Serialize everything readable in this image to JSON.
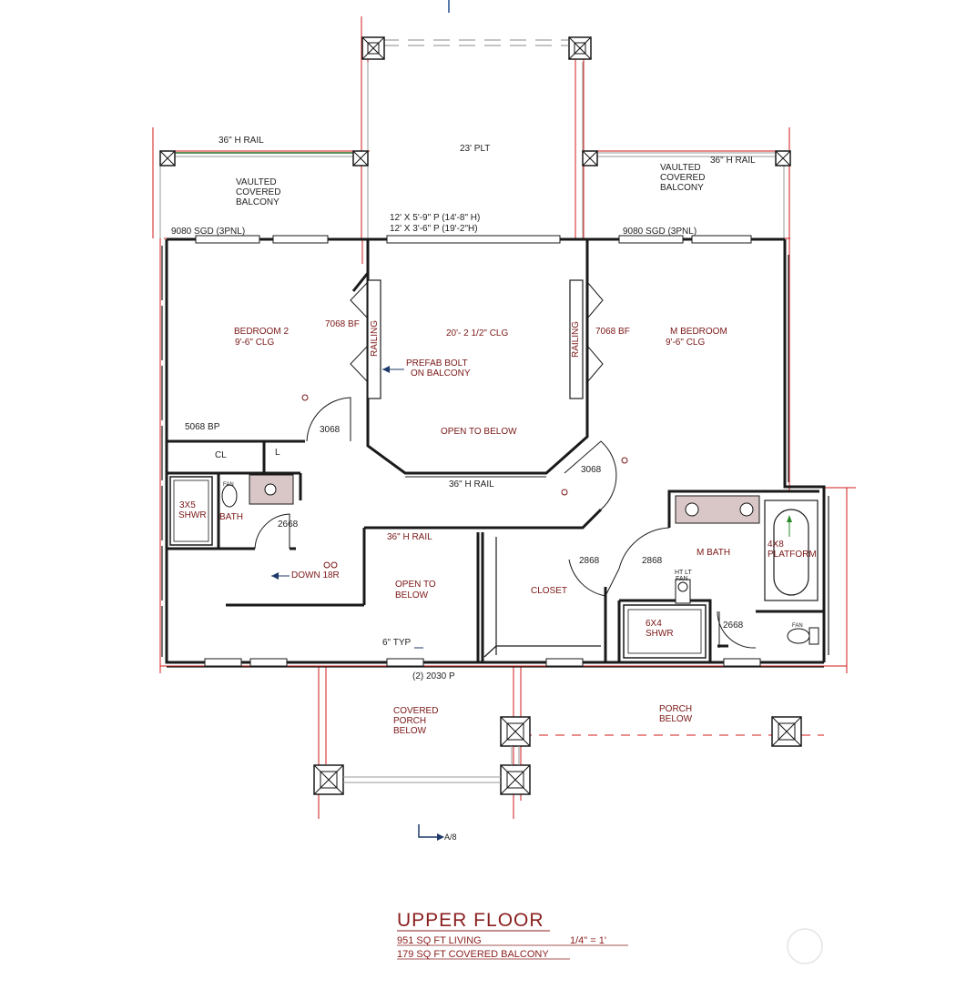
{
  "labels": {
    "rail_top_left": "36\" H RAIL",
    "rail_top_right": "36\" H RAIL",
    "plt": "23' PLT",
    "balcony_left": [
      "VAULTED",
      "COVERED",
      "BALCONY"
    ],
    "balcony_right": [
      "VAULTED",
      "COVERED",
      "BALCONY"
    ],
    "sgd_left": "9080 SGD (3PNL)",
    "sgd_right": "9080 SGD (3PNL)",
    "window_1": "12' X 5'-9\" P (14'-8\" H)",
    "window_2": "12' X 3'-6\" P (19'-2\"H)",
    "bedroom2_name": "BEDROOM 2",
    "bedroom2_clg": "9'-6\" CLG",
    "bf_left": "7068 BF",
    "bf_right": "7068 BF",
    "railing_left": "RAILING",
    "railing_right": "RAILING",
    "center_clg": "20'- 2 1/2\" CLG",
    "mbed_name": "M BEDROOM",
    "mbed_clg": "9'-6\" CLG",
    "prefab": [
      "PREFAB BOLT",
      "ON BALCONY"
    ],
    "bp": "5068 BP",
    "door_3068_left": "3068",
    "door_3068_right": "3068",
    "cl": "CL",
    "l": "L",
    "open_below_top": "OPEN TO BELOW",
    "rail_mid": "36\" H RAIL",
    "shwr_3x5": [
      "3X5",
      "SHWR"
    ],
    "fan_bath": "FAN",
    "bath": "BATH",
    "door_2668_bath": "2668",
    "rail_stair": "36\" H RAIL",
    "down": "DOWN 18R",
    "open_below_stair": [
      "OPEN TO",
      "BELOW"
    ],
    "closet": "CLOSET",
    "door_2868_left": "2868",
    "door_2868_right": "2868",
    "mbath": "M BATH",
    "platform": [
      "4X8",
      "PLATFORM"
    ],
    "ht_lt_fan": [
      "HT LT",
      "FAN"
    ],
    "shwr_6x4": [
      "6X4",
      "SHWR"
    ],
    "door_2668_mbath": "2668",
    "fan_mbath": "FAN",
    "typ": "6\" TYP",
    "window_bottom": "(2) 2030 P",
    "covered_porch": [
      "COVERED",
      "PORCH",
      "BELOW"
    ],
    "porch_below": [
      "PORCH",
      "BELOW"
    ],
    "section_ref": "A/8"
  },
  "title": {
    "name": "UPPER FLOOR",
    "living": "951 SQ FT LIVING",
    "scale": "1/4\" = 1'",
    "balcony": "179 SQ FT COVERED BALCONY"
  }
}
